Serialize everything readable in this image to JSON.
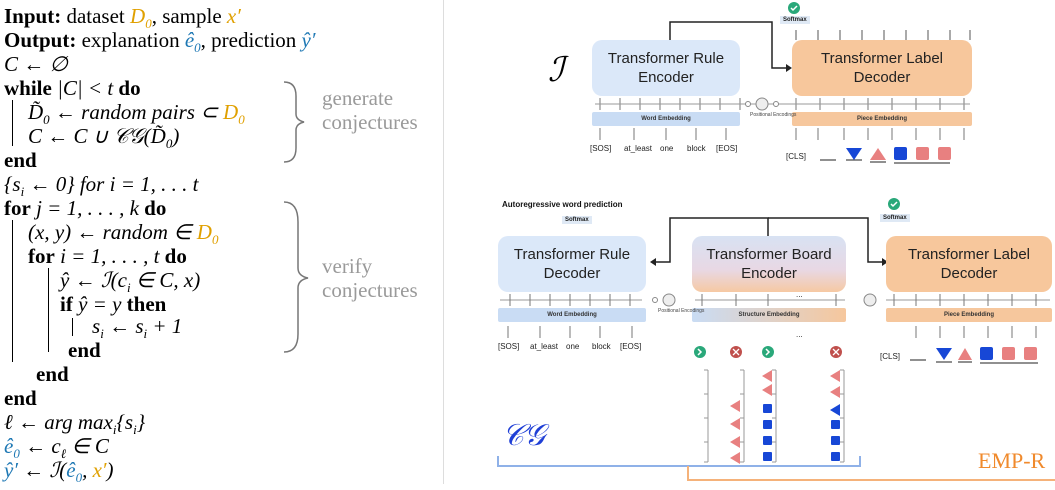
{
  "algorithm": {
    "input_kw": "Input:",
    "input_text": " dataset ",
    "input_D0": "D",
    "input_D0_sub": "0",
    "input_sep": ", sample ",
    "input_x": "x′",
    "output_kw": "Output:",
    "output_text1": " explanation ",
    "output_e0": "ê",
    "output_e0_sub": "0",
    "output_text2": ", prediction ",
    "output_y": "ŷ′",
    "line_C_init": "C ← ∅",
    "while_kw": "while",
    "while_cond": " |C| < t ",
    "do_kw": "do",
    "gen_line1_a": "D̃",
    "gen_line1_b": " ← random pairs ⊂ ",
    "gen_line2_a": "C ← C ∪ 𝒞𝒢(D̃",
    "gen_line2_b": ")",
    "end_kw": "end",
    "line_s_init": "{s",
    "line_s_init2": " ← 0} for i = 1, . . . t",
    "for_kw": "for",
    "for_j": " j = 1, . . . , k ",
    "xy_line_a": "(x, y) ← random ∈ ",
    "for_i": " i = 1, . . . , t ",
    "yhat_line": "ŷ ← ℐ(c",
    "yhat_line2": " ∈ C, x)",
    "if_kw": "if",
    "if_cond": " ŷ = y ",
    "then_kw": "then",
    "s_incr": "s",
    "s_incr2": " ← s",
    "s_incr3": " + 1",
    "ell_line": "ℓ ← arg max",
    "ell_line2": "{s",
    "ell_line3": "}",
    "e0_assign": " ← c",
    "e0_assign2": " ∈ C",
    "y_assign": " ← ℐ(",
    "y_assign2": ", ",
    "y_assign3": ")",
    "note_generate_1": "generate",
    "note_generate_2": "conjectures",
    "note_verify_1": "verify",
    "note_verify_2": "conjectures"
  },
  "diagram_top": {
    "symbol": "ℐ",
    "encoder_label": "Transformer Rule Encoder",
    "decoder_label": "Transformer Label Decoder",
    "word_embedding": "Word Embedding",
    "piece_embedding": "Piece Embedding",
    "positional": "Positional Encodings",
    "softmax": "Softmax",
    "tokens": [
      "[SOS]",
      "at_least",
      "one",
      "block",
      "[EOS]"
    ],
    "cls": "[CLS]"
  },
  "diagram_bottom": {
    "header": "Autoregressive word prediction",
    "rule_decoder_label": "Transformer Rule Decoder",
    "board_encoder_label": "Transformer Board Encoder",
    "label_decoder_label": "Transformer Label Decoder",
    "word_embedding": "Word Embedding",
    "structure_embedding": "Structure Embedding",
    "piece_embedding": "Piece Embedding",
    "positional": "Positional Encodings",
    "softmax": "Softmax",
    "ellipsis": "...",
    "tokens": [
      "[SOS]",
      "at_least",
      "one",
      "block",
      "[EOS]"
    ],
    "cls": "[CLS]"
  },
  "labels": {
    "cg": "𝒞𝒢",
    "empr": "EMP-R"
  },
  "colors": {
    "orange_math": "#e0a000",
    "blue_math": "#1e78b4",
    "cg_blue": "#1f3fd6",
    "empr_orange": "#f08a2c",
    "shape_blue": "#1747d6",
    "shape_red": "#e88080",
    "check_green": "#2aa87a",
    "cross_red": "#c0504d"
  }
}
